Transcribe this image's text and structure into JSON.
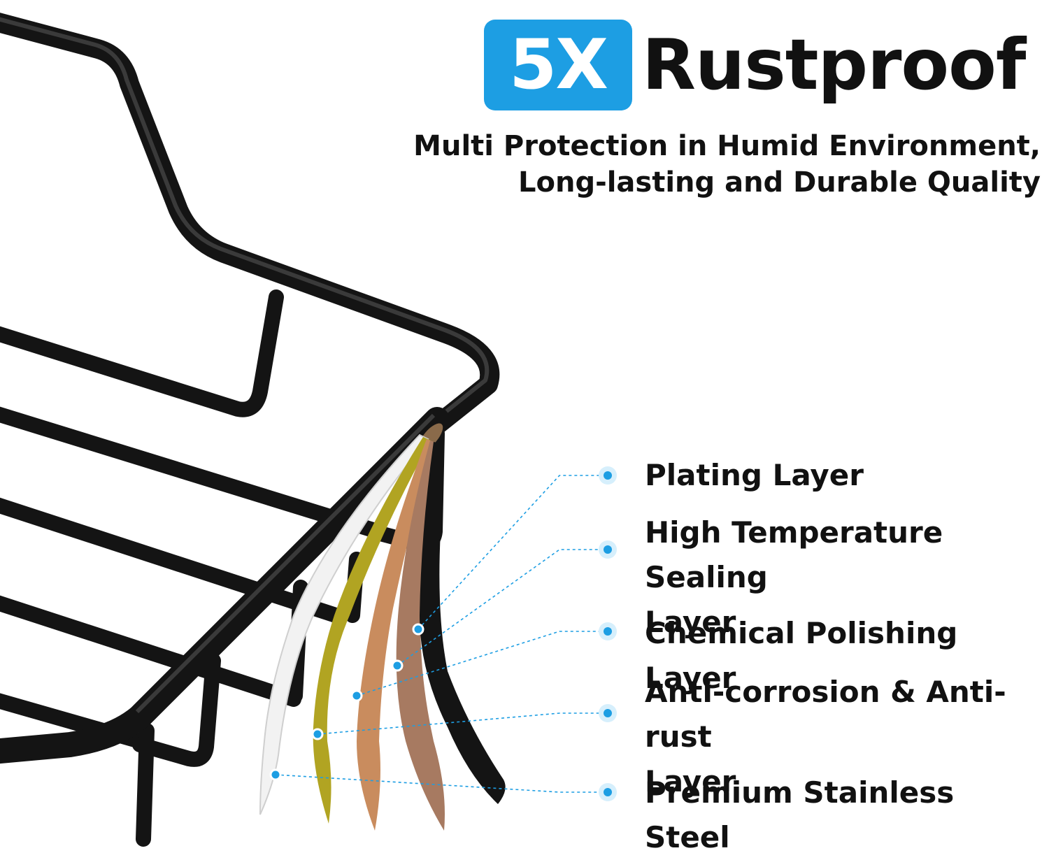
{
  "colors": {
    "accent": "#1d9ee3",
    "text": "#111111",
    "wire": "#141414",
    "layers": [
      "#ffffff",
      "#b1a422",
      "#c98c5e",
      "#a77a61",
      "#141414"
    ]
  },
  "header": {
    "badge": "5X",
    "title": "Rustproof",
    "subtitle_line1": "Multi Protection in Humid Environment,",
    "subtitle_line2": "Long-lasting and Durable Quality"
  },
  "layers": [
    {
      "line1": "Plating Layer",
      "line2": ""
    },
    {
      "line1": "High Temperature Sealing",
      "line2": "Layer"
    },
    {
      "line1": "Chemical Polishing Layer",
      "line2": ""
    },
    {
      "line1": "Anti-corrosion & Anti-rust",
      "line2": "Layer"
    },
    {
      "line1": "Premium Stainless Steel",
      "line2": ""
    }
  ]
}
